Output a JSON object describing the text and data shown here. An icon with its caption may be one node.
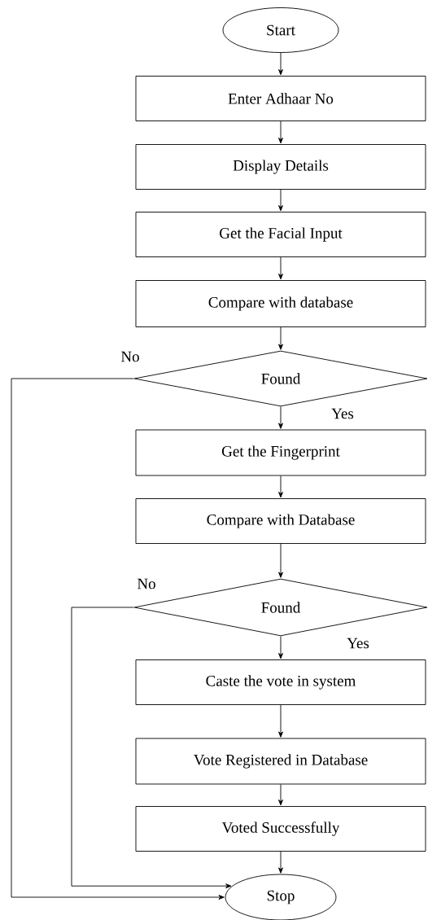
{
  "diagram": {
    "nodes": [
      {
        "text": [
          "Start"
        ]
      },
      {
        "text": [
          "Enter Adhaar No"
        ]
      },
      {
        "text": [
          "Display Details"
        ]
      },
      {
        "text": [
          "Get the Facial Input"
        ]
      },
      {
        "text": [
          "Compare with database"
        ]
      },
      {
        "text": [
          "Found"
        ]
      },
      {
        "text": [
          "Get the Fingerprint"
        ]
      },
      {
        "text": [
          "Compare with Database"
        ]
      },
      {
        "text": [
          "Found"
        ]
      },
      {
        "text": [
          "Caste the vote in system"
        ]
      },
      {
        "text": [
          "Vote Registered in Database"
        ]
      },
      {
        "text": [
          "Voted Successfully"
        ]
      },
      {
        "text": [
          "Stop"
        ]
      }
    ],
    "edges": [
      {
        "from": 0,
        "to": 1,
        "arrow": "to"
      },
      {
        "from": 1,
        "to": 2,
        "arrow": "to"
      },
      {
        "from": 2,
        "to": 3,
        "arrow": "to"
      },
      {
        "from": 3,
        "to": 4,
        "arrow": "to"
      },
      {
        "from": 4,
        "to": 5,
        "arrow": "to"
      },
      {
        "from": 5,
        "to": 6,
        "arrow": "to",
        "label": "Yes"
      },
      {
        "from": 6,
        "to": 7,
        "arrow": "to"
      },
      {
        "from": 7,
        "to": 8,
        "arrow": "to"
      },
      {
        "from": 8,
        "to": 9,
        "arrow": "to",
        "label": "Yes"
      },
      {
        "from": 9,
        "to": 10,
        "arrow": "to"
      },
      {
        "from": 10,
        "to": 11,
        "arrow": "to"
      },
      {
        "from": 11,
        "to": 12,
        "arrow": "to"
      },
      {
        "from": 5,
        "to": 12,
        "arrow": "to",
        "label": "No"
      },
      {
        "from": 8,
        "to": 12,
        "arrow": "to",
        "label": "No"
      }
    ]
  }
}
